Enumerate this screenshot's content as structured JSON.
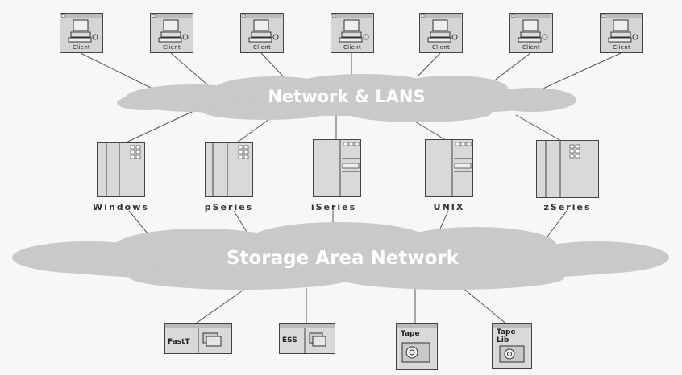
{
  "network_cloud": {
    "label": "Network & LANS"
  },
  "san_cloud": {
    "label": "Storage Area Network"
  },
  "clients": [
    {
      "label": "Client"
    },
    {
      "label": "Client"
    },
    {
      "label": "Client"
    },
    {
      "label": "Client"
    },
    {
      "label": "Client"
    },
    {
      "label": "Client"
    },
    {
      "label": "Client"
    }
  ],
  "servers": [
    {
      "label": "Windows",
      "icon": "server-icon"
    },
    {
      "label": "pSeries",
      "icon": "server-icon"
    },
    {
      "label": "iSeries",
      "icon": "server-icon"
    },
    {
      "label": "UNIX",
      "icon": "server-icon"
    },
    {
      "label": "zSeries",
      "icon": "server-icon"
    }
  ],
  "storage": [
    {
      "label": "FastT",
      "icon": "disk-array-icon"
    },
    {
      "label": "ESS",
      "icon": "disk-array-icon"
    },
    {
      "label": "Tape",
      "icon": "tape-drive-icon"
    },
    {
      "label": "Tape Lib",
      "icon": "tape-library-icon"
    }
  ],
  "colors": {
    "cloud": "#c8c8c6",
    "line": "#555555",
    "device": "#d9d9d7",
    "cloud_text": "#ffffff"
  }
}
